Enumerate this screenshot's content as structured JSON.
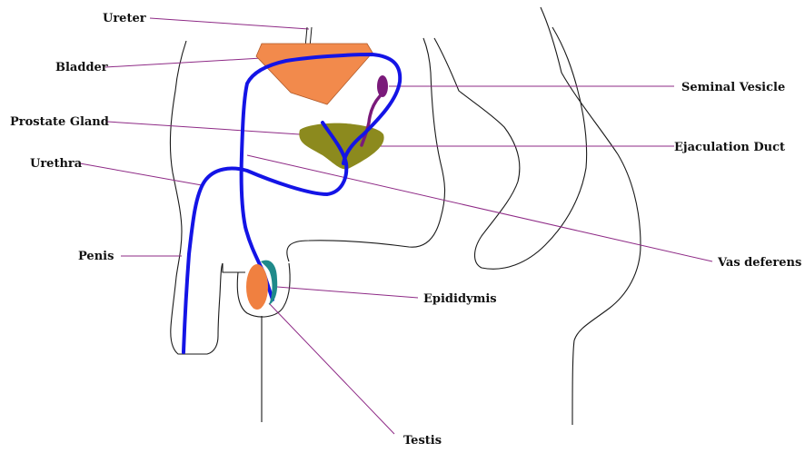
{
  "labels": {
    "ureter": "Ureter",
    "bladder": "Bladder",
    "prostate_gland": "Prostate Gland",
    "urethra": "Urethra",
    "penis": "Penis",
    "seminal_vesicle": "Seminal Vesicle",
    "ejaculation_duct": "Ejaculation Duct",
    "vas_deferens": "Vas deferens",
    "epididymis": "Epididymis",
    "testis": "Testis"
  },
  "colors": {
    "bladder": "#f28a4c",
    "prostate": "#8c8a1e",
    "seminal_vesicle": "#7a1a7a",
    "duct": "#1414e6",
    "testis": "#f08040",
    "epididymis": "#1f8a8a",
    "leader_line": "#8e2a86",
    "outline": "#1a1a1a"
  }
}
